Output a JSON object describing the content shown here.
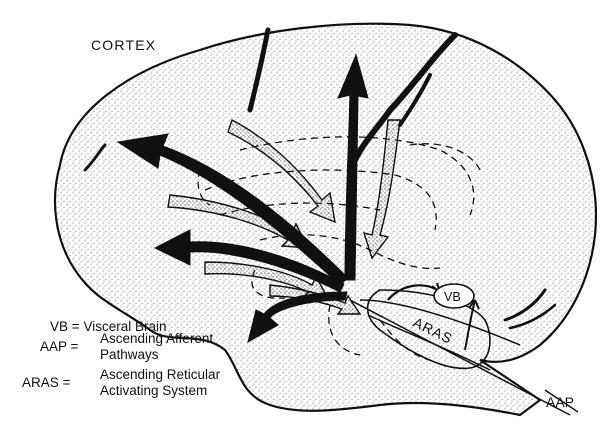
{
  "diagram": {
    "cortex_label": "CORTEX",
    "vb_label": "VB",
    "aras_label": "ARAS",
    "aap_label": "AAP",
    "legend": [
      {
        "abbr": "VB",
        "sep": "=",
        "lines": [
          "Visceral Brain"
        ]
      },
      {
        "abbr": "AAP",
        "sep": "=",
        "lines": [
          "Ascending Afferent",
          "Pathways"
        ]
      },
      {
        "abbr": "ARAS",
        "sep": "=",
        "lines": [
          "Ascending Reticular",
          "Activating System"
        ]
      }
    ],
    "colors": {
      "ink": "#111111",
      "stipple": "#555555",
      "paper": "#ffffff"
    }
  }
}
